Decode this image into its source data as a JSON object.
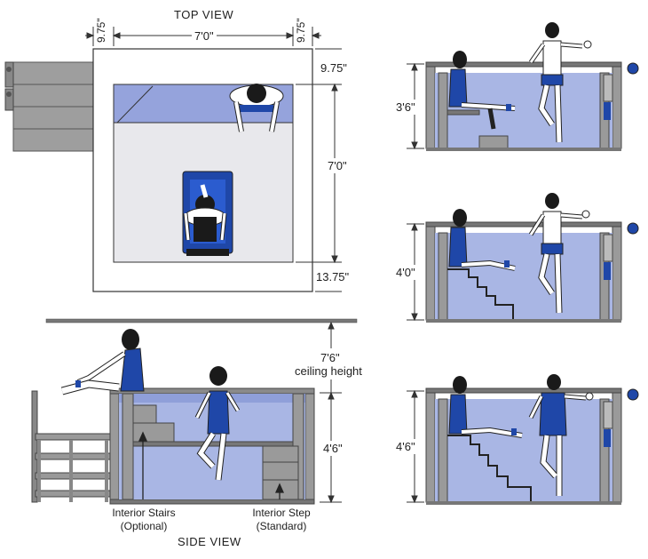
{
  "top_view": {
    "title": "TOP VIEW",
    "dim_top_left": "9.75\"",
    "dim_top_middle": "7'0\"",
    "dim_top_right": "9.75\"",
    "dim_right_top": "9.75\"",
    "dim_right_middle": "7'0\"",
    "dim_right_bottom": "13.75\""
  },
  "side_view": {
    "title": "SIDE VIEW",
    "ceiling_dim": "7'6\"",
    "ceiling_label": "ceiling height",
    "depth_dim": "4'6\"",
    "stairs_label_1": "Interior Stairs",
    "stairs_label_2": "(Optional)",
    "step_label_1": "Interior Step",
    "step_label_2": "(Standard)"
  },
  "depth_variants": [
    {
      "depth": "3'6\""
    },
    {
      "depth": "4'0\""
    },
    {
      "depth": "4'6\""
    }
  ],
  "colors": {
    "water": "#a9b6e4",
    "water_top": "#8f9fd9",
    "wall": "#9a9a9a",
    "wall_dark": "#6e6e6e",
    "swimsuit": "#1f47a8",
    "line": "#333333"
  }
}
